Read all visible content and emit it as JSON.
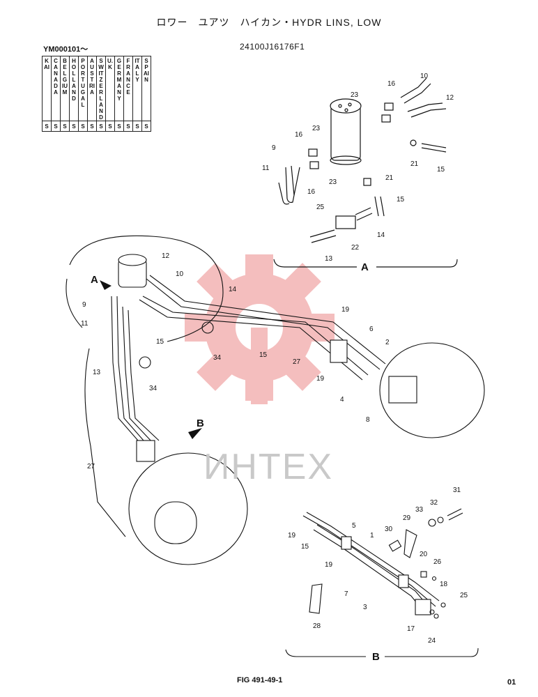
{
  "header": {
    "title": "ロワー　ユアツ　ハイカン・HYDR LINS, LOW",
    "serial": "YM000101～",
    "part_code": "24100J16176F1"
  },
  "countries": [
    {
      "name": "KAI",
      "mark": "S"
    },
    {
      "name": "CANADA",
      "mark": "S"
    },
    {
      "name": "BELGIUM",
      "mark": "S"
    },
    {
      "name": "HOLLAND",
      "mark": "S"
    },
    {
      "name": "PORTUGAL",
      "mark": "S"
    },
    {
      "name": "AUSTRIA",
      "mark": "S"
    },
    {
      "name": "SWITZER LAND",
      "mark": "S"
    },
    {
      "name": "U.K",
      "mark": "S"
    },
    {
      "name": "GERMANY",
      "mark": "S"
    },
    {
      "name": "FRANCE",
      "mark": "S"
    },
    {
      "name": "ITALY",
      "mark": "S"
    },
    {
      "name": "SPAIN",
      "mark": "S"
    }
  ],
  "views": {
    "a": "A",
    "b": "B"
  },
  "watermark": "ИНТЕХ",
  "labels": {
    "p1": "1",
    "p2": "2",
    "p3": "3",
    "p4": "4",
    "p5": "5",
    "p6": "6",
    "p7": "7",
    "p8": "8",
    "p9": "9",
    "p10": "10",
    "p11": "11",
    "p12": "12",
    "p13": "13",
    "p14": "14",
    "p15": "15",
    "p16": "16",
    "p17": "17",
    "p18": "18",
    "p19": "19",
    "p20": "20",
    "p21": "21",
    "p22": "22",
    "p23": "23",
    "p24": "24",
    "p25": "25",
    "p26": "26",
    "p27": "27",
    "p28": "28",
    "p29": "29",
    "p30": "30",
    "p31": "31",
    "p32": "32",
    "p33": "33",
    "p34": "34"
  },
  "footer": {
    "figure": "FIG 491-49-1",
    "page": "01"
  }
}
